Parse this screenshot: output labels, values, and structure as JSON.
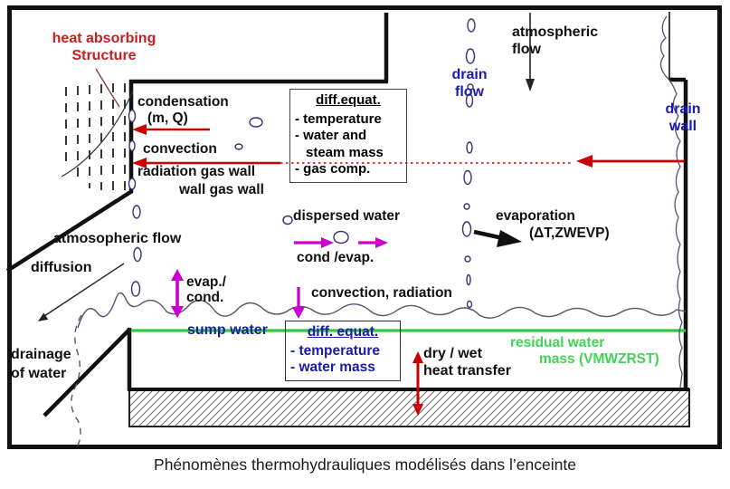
{
  "caption": "Phénomènes thermohydrauliques modélisés dans l’enceinte",
  "labels": {
    "heat_absorbing": [
      "heat absorbing",
      "Structure"
    ],
    "condensation": [
      "condensation",
      "(m, Q)"
    ],
    "convection": "convection",
    "radiation_gas_wall": "radiation gas wall",
    "wall_gas_wall": "wall gas wall",
    "atmospheric_flow_top": [
      "atmospheric",
      "flow"
    ],
    "drain_flow": [
      "drain",
      "flow"
    ],
    "drain_wall": [
      "drain",
      "wall"
    ],
    "dispersed_water": "dispersed water",
    "cond_evap": "cond /evap.",
    "evaporation": [
      "evaporation",
      "(ΔT,ZWEVP)"
    ],
    "atmosopheric_flow": "atmosopheric flow",
    "diffusion": "diffusion",
    "evap_cond": [
      "evap./",
      "cond."
    ],
    "convection_radiation": "convection, radiation",
    "sump_water": "sump water",
    "dry_wet": [
      "dry / wet",
      "heat transfer"
    ],
    "residual_water": [
      "residual water",
      "mass (VMWZRST)"
    ],
    "drainage": [
      "drainage",
      "of water"
    ]
  },
  "box1": {
    "title": "diff.equat.",
    "lines": [
      "- temperature",
      "- water  and",
      "steam mass",
      "- gas comp."
    ]
  },
  "box2": {
    "title": "diff. equat.",
    "lines": [
      "- temperature",
      "- water mass"
    ]
  },
  "colors": {
    "wall": "#111111",
    "red_accent": "#cc0000",
    "red_text": "#c42020",
    "blue_text": "#1a1aae",
    "green_line": "#2fc93c",
    "green_text": "#3fd558",
    "magenta_accent": "#cc00cc",
    "droplet_outline": "#333377",
    "wave_line": "#555570"
  }
}
